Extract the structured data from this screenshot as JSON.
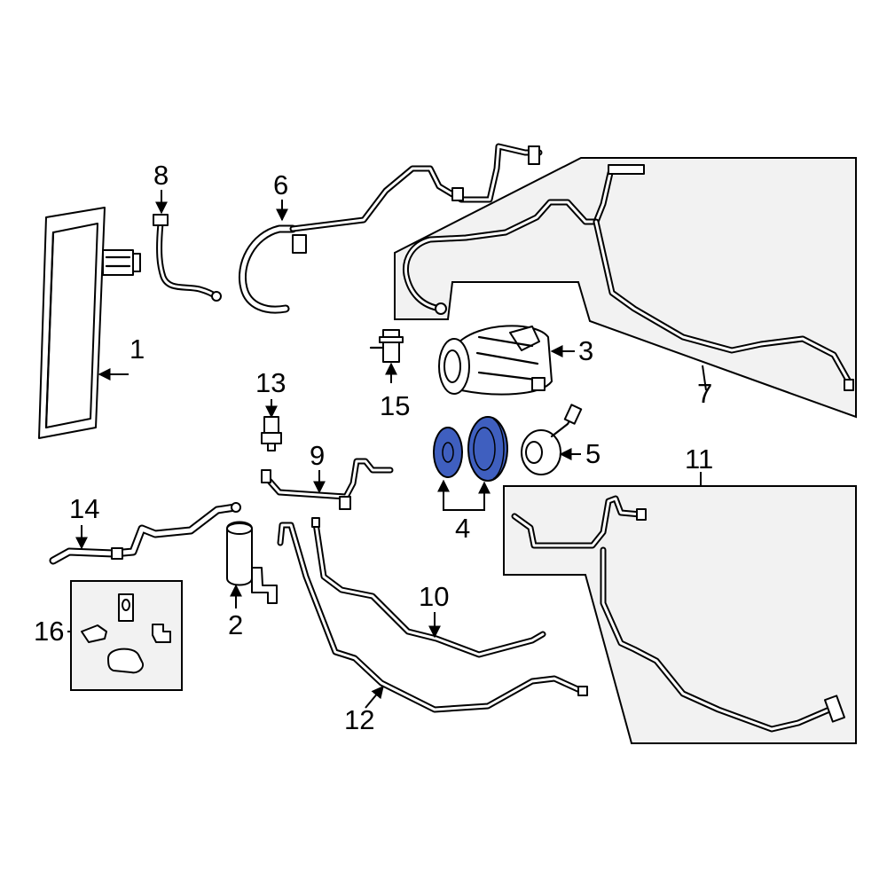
{
  "highlight_color": "#3f5fbf",
  "callouts": {
    "c1": "1",
    "c2": "2",
    "c3": "3",
    "c4": "4",
    "c5": "5",
    "c6": "6",
    "c7": "7",
    "c8": "8",
    "c9": "9",
    "c10": "10",
    "c11": "11",
    "c12": "12",
    "c13": "13",
    "c14": "14",
    "c15": "15",
    "c16": "16"
  }
}
